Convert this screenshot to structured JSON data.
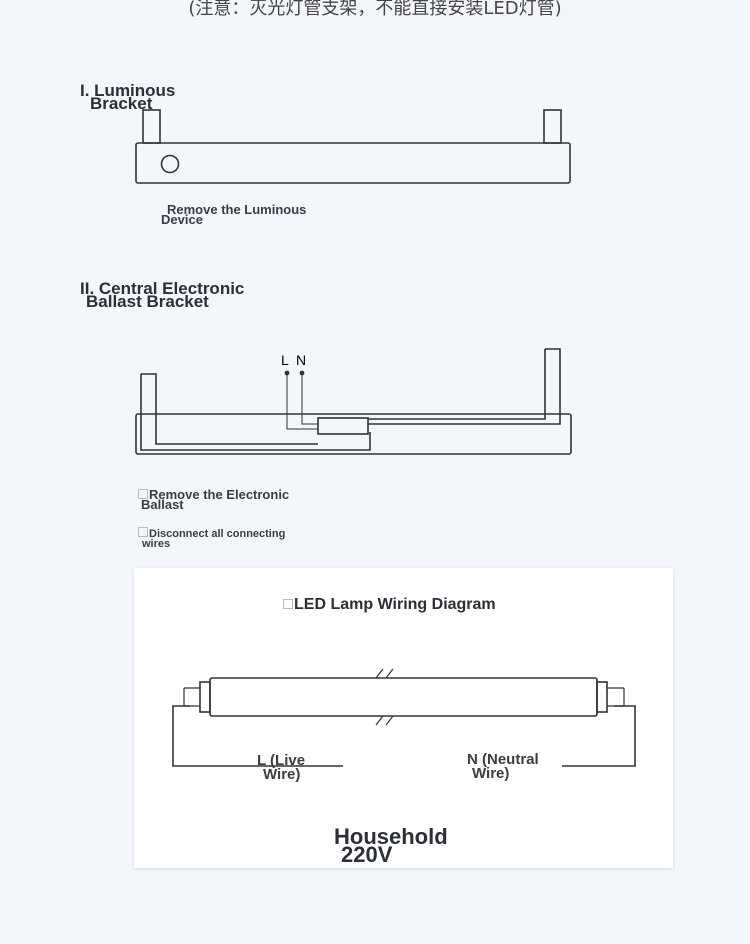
{
  "top_note": "(注意：灭光灯管支架，不能直接安装LED灯管)",
  "section1": {
    "heading_line1": "I. Luminous",
    "heading_line2": "Bracket",
    "step_line1": "Remove the Luminous",
    "step_line2": "Device"
  },
  "section2": {
    "heading_line1": "II. Central Electronic",
    "heading_line2": "Ballast Bracket",
    "label_l": "L",
    "label_n": "N",
    "step1_line1": "Remove the Electronic",
    "step1_line2": "Ballast",
    "step2_line1": "Disconnect all connecting",
    "step2_line2": "wires"
  },
  "wiring": {
    "title": "LED Lamp Wiring Diagram",
    "live_line1": "L (Live",
    "live_line2": "Wire)",
    "neutral_line1": "N (Neutral",
    "neutral_line2": "Wire)",
    "voltage_line1": "Household",
    "voltage_line2": "220V"
  },
  "colors": {
    "background": "#f3f6fb",
    "line": "#333333",
    "card": "#ffffff"
  }
}
